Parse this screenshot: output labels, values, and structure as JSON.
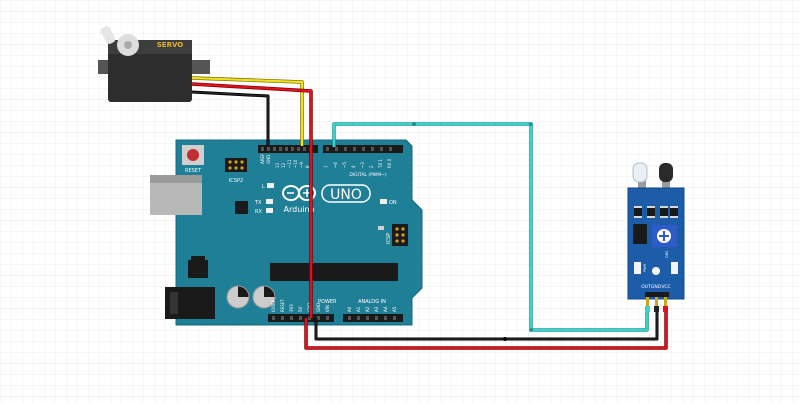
{
  "servo": {
    "label": "SERVO"
  },
  "arduino": {
    "logo_text": "Arduino",
    "model": "UNO",
    "reset_label": "RESET",
    "icsp2_label": "ICSP2",
    "icsp_label": "ICSP",
    "led_l": "L",
    "led_tx": "TX",
    "led_rx": "RX",
    "led_on": "ON",
    "digital_header": "DIGITAL (PWM~)",
    "power_header": "POWER",
    "analog_header": "ANALOG IN",
    "aref": "AREF",
    "gnd": "GND",
    "digital_pins": [
      "13",
      "12",
      "~11",
      "~10",
      "~9",
      "8",
      "7",
      "~6",
      "~5",
      "4",
      "~3",
      "2",
      "TX 1",
      "RX 0"
    ],
    "power_pins": [
      "IOREF",
      "RESET",
      "3V3",
      "5V",
      "GND",
      "GND",
      "VIN"
    ],
    "analog_pins": [
      "A0",
      "A1",
      "A2",
      "A3",
      "A4",
      "A5"
    ]
  },
  "ir_sensor": {
    "pins": [
      "OUT",
      "GND",
      "VCC"
    ],
    "led_power": "PWR",
    "led_obs": "OBS"
  },
  "colors": {
    "board": "#1f7f96",
    "board_edge": "#16687c",
    "wire_signal_servo": "#f2e01a",
    "wire_power": "#e2101a",
    "wire_ground": "#111111",
    "wire_signal_ir": "#3cd2cc",
    "grid": "#eeeeee"
  }
}
